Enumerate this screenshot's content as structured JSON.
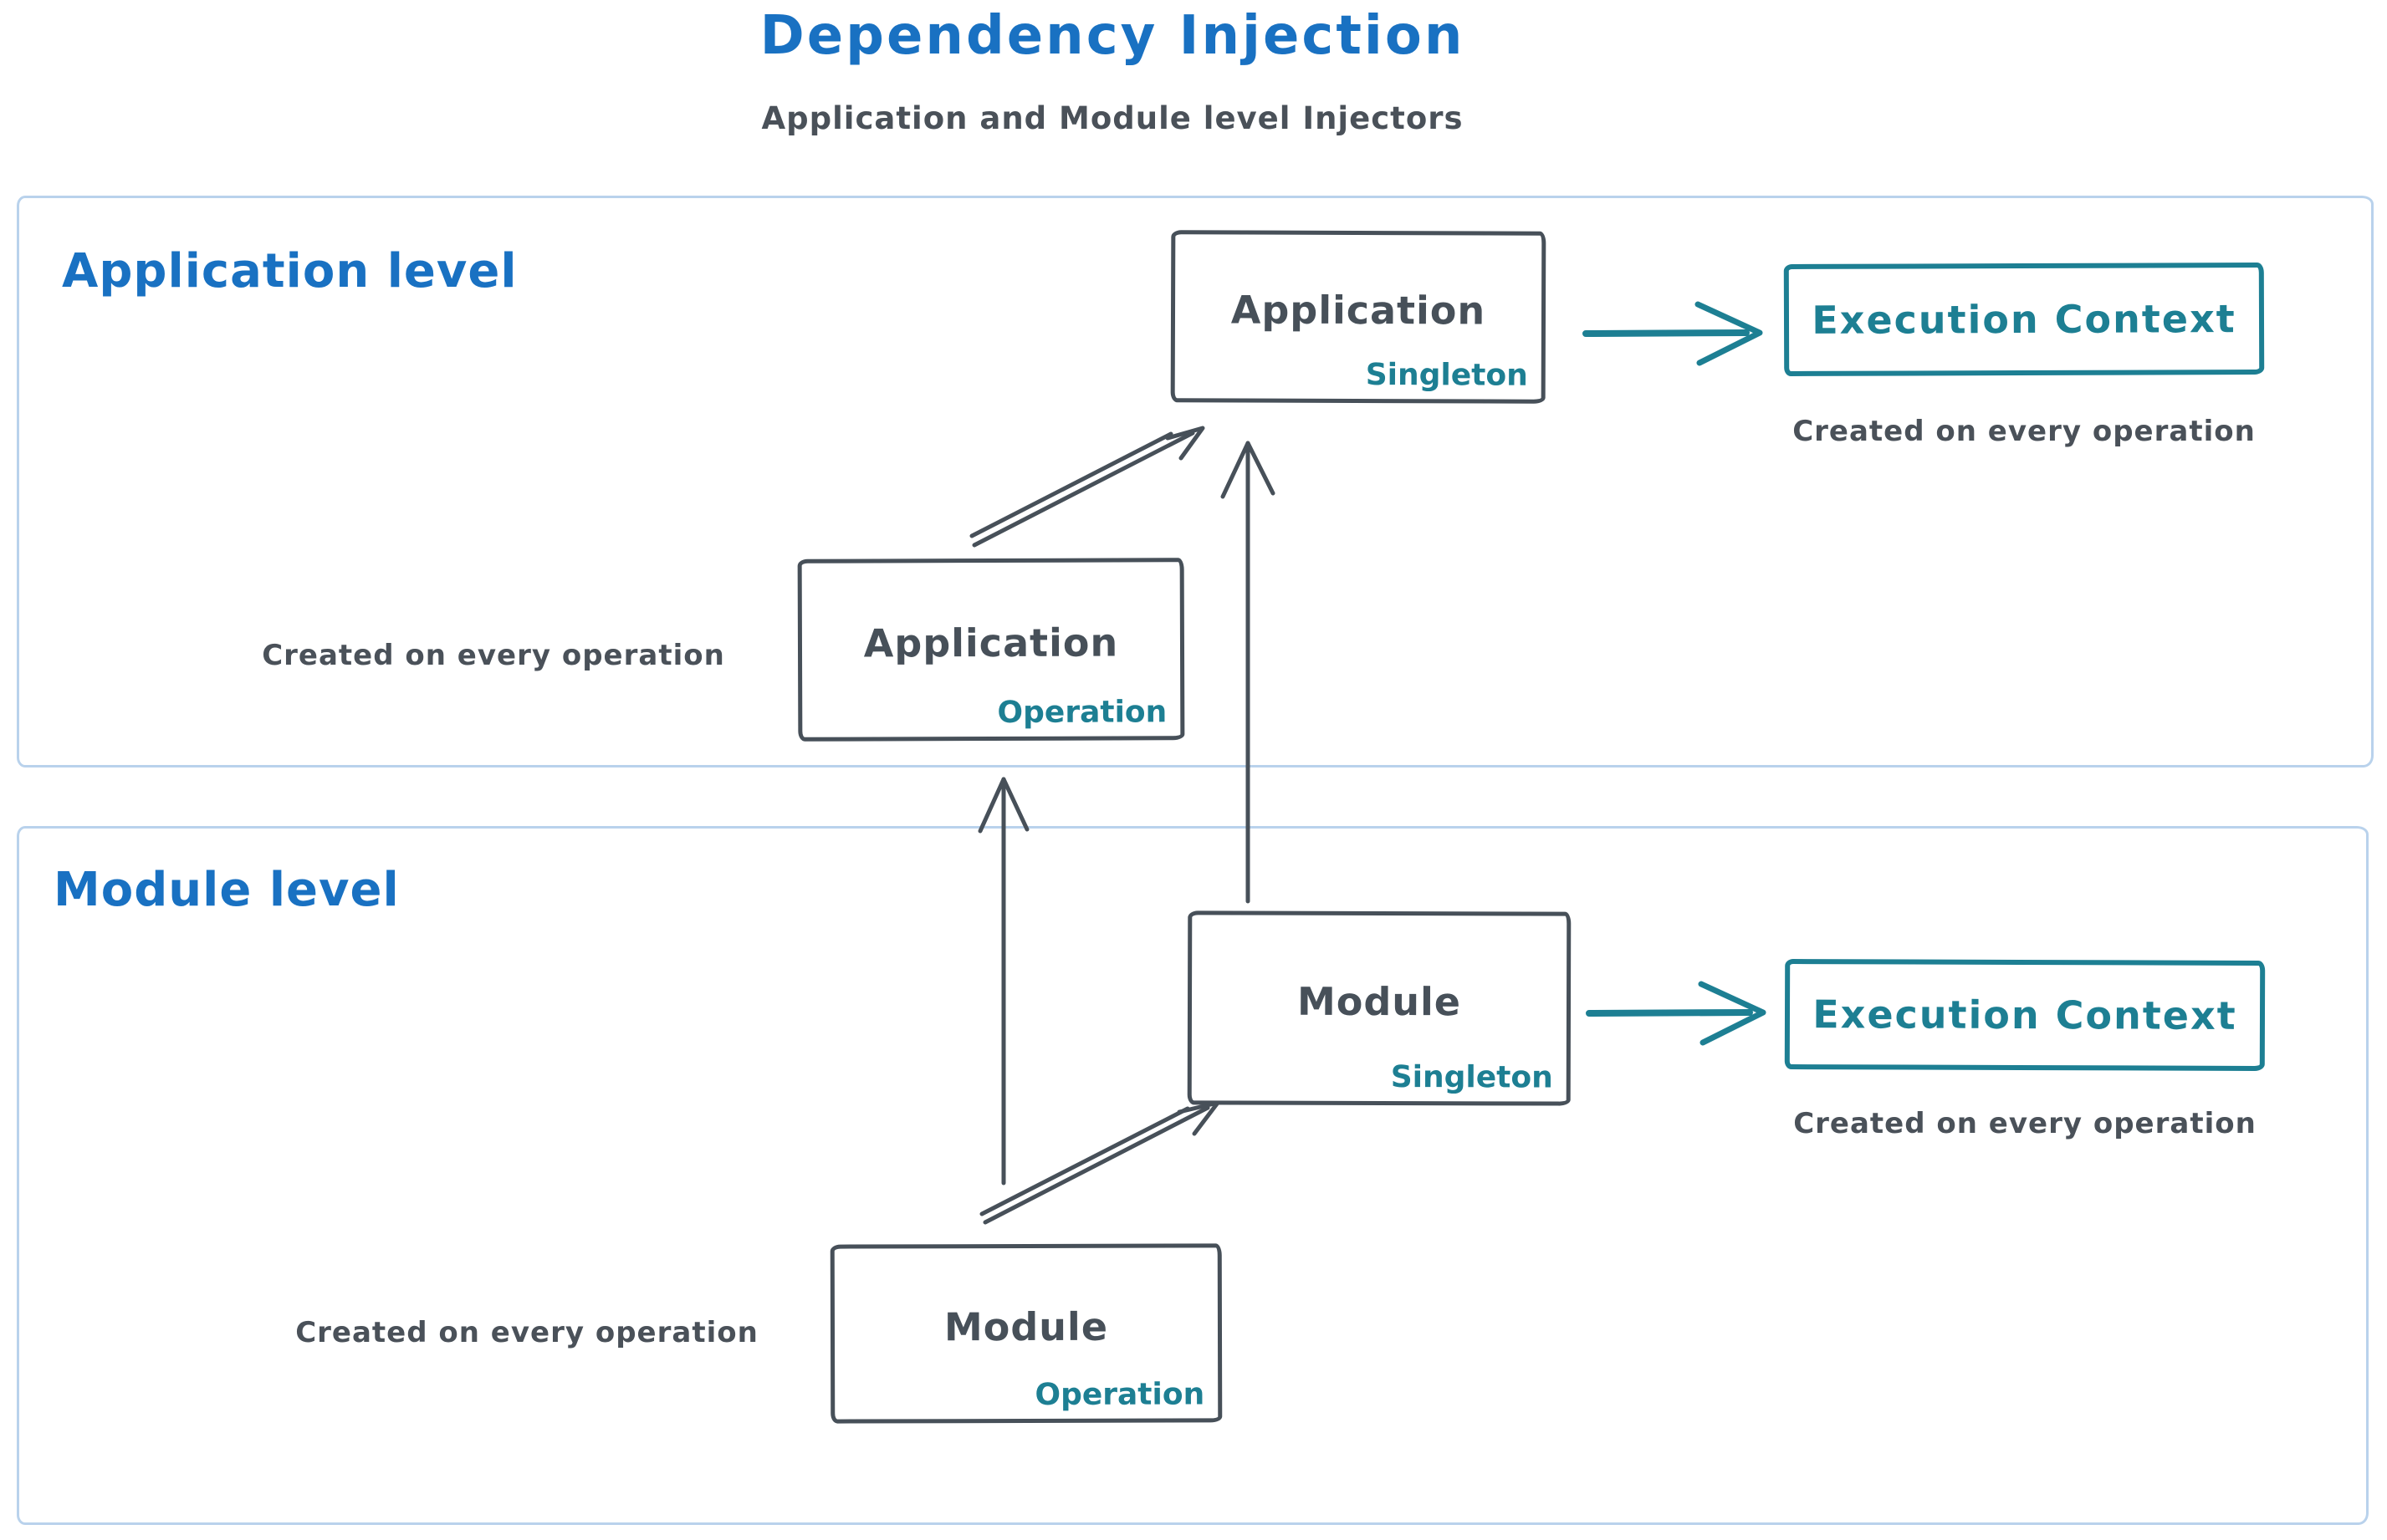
{
  "title": "Dependency Injection",
  "subtitle": "Application and Module level Injectors",
  "colors": {
    "blue": "#1971c2",
    "dark": "#475059",
    "teal": "#1d7f93",
    "container_border": "#b9d2ec",
    "note_gray": "#4a5159"
  },
  "sections": {
    "application": {
      "label": "Application level"
    },
    "module": {
      "label": "Module level"
    }
  },
  "nodes": {
    "app_singleton": {
      "title": "Application",
      "badge": "Singleton"
    },
    "app_operation": {
      "title": "Application",
      "badge": "Operation"
    },
    "module_singleton": {
      "title": "Module",
      "badge": "Singleton"
    },
    "module_operation": {
      "title": "Module",
      "badge": "Operation"
    },
    "exec_app": {
      "title": "Execution Context"
    },
    "exec_module": {
      "title": "Execution Context"
    }
  },
  "notes": {
    "exec_app": "Created on every operation",
    "app_operation": "Created on every operation",
    "exec_module": "Created on every operation",
    "module_operation": "Created on every operation"
  }
}
